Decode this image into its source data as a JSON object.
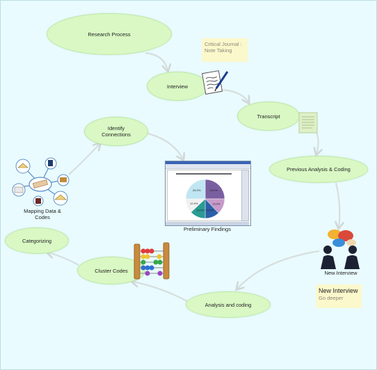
{
  "nodes": {
    "research_process": "Research Process",
    "interview": "Interview",
    "transcript": "Transcript",
    "previous_analysis": "Previous Analysis & Coding",
    "analysis_coding": "Analysis and coding",
    "cluster_codes": "Cluster Codes",
    "categorizing": "Categorizing",
    "identify_connections_line1": "Identify",
    "identify_connections_line2": "Connections"
  },
  "labels": {
    "mapping_line1": "Mapping Data &",
    "mapping_line2": "Codes",
    "preliminary_findings": "Preliminary Findings",
    "new_interview_figure": "New Interview"
  },
  "notes": {
    "critical_journal_line1": "Critical Journal :",
    "critical_journal_line2": "Note Taking",
    "new_interview_title": "New Interview",
    "new_interview_subtitle": "Go deeper"
  },
  "pie": {
    "slices": [
      {
        "value": 25.0,
        "color": "#7a5fa0",
        "label": "25.0%"
      },
      {
        "value": 13.0,
        "color": "#c79ac9",
        "label": "13.0%"
      },
      {
        "value": 12.0,
        "color": "#2b5fa8",
        "label": "12.0%"
      },
      {
        "value": 13.0,
        "color": "#2a9c93",
        "label": "13.0%"
      },
      {
        "value": 12.0,
        "color": "#f1f1f1",
        "label": "12.0%"
      },
      {
        "value": 25.0,
        "color": "#bfe6f1",
        "label": "25.0%"
      }
    ]
  },
  "colors": {
    "background": "#e9fbfe",
    "node_fill": "#d9f8c4",
    "note_fill": "#fbf8cc",
    "arrow": "#d7dede"
  },
  "icons": [
    "pen-paper-icon",
    "document-icon",
    "pie-chart-screenshot",
    "abacus-icon",
    "mind-map-books-icon",
    "people-chat-icon"
  ]
}
